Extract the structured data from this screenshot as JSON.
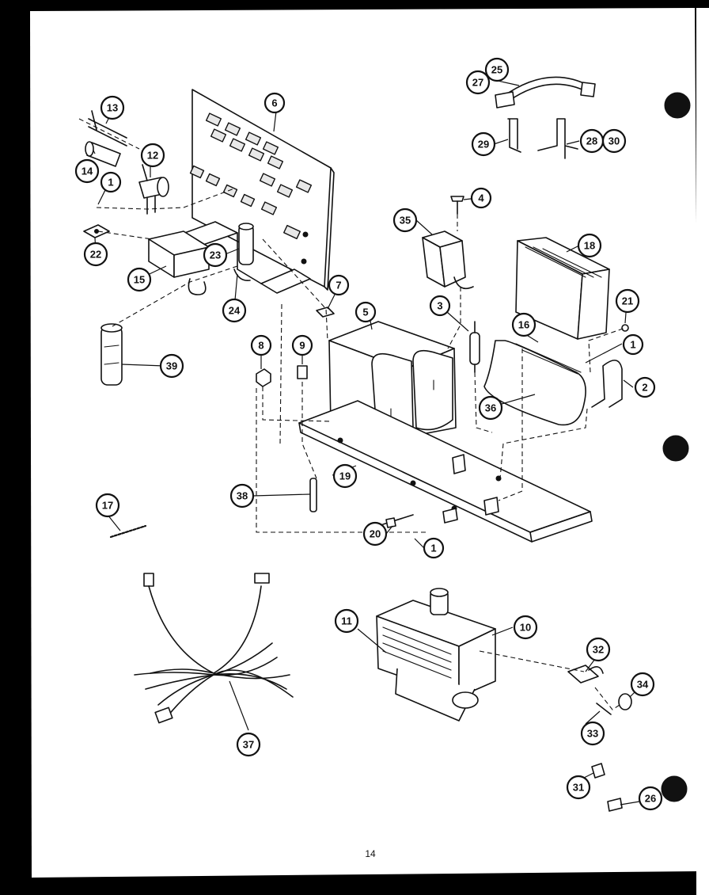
{
  "page_number": "14",
  "callouts": [
    {
      "id": "c1a",
      "label": "1"
    },
    {
      "id": "c1b",
      "label": "1"
    },
    {
      "id": "c1c",
      "label": "1"
    },
    {
      "id": "c2",
      "label": "2"
    },
    {
      "id": "c3",
      "label": "3"
    },
    {
      "id": "c4",
      "label": "4"
    },
    {
      "id": "c5",
      "label": "5"
    },
    {
      "id": "c6",
      "label": "6"
    },
    {
      "id": "c7",
      "label": "7"
    },
    {
      "id": "c8",
      "label": "8"
    },
    {
      "id": "c9",
      "label": "9"
    },
    {
      "id": "c10",
      "label": "10"
    },
    {
      "id": "c11",
      "label": "11"
    },
    {
      "id": "c12",
      "label": "12"
    },
    {
      "id": "c13",
      "label": "13"
    },
    {
      "id": "c14",
      "label": "14"
    },
    {
      "id": "c15",
      "label": "15"
    },
    {
      "id": "c16",
      "label": "16"
    },
    {
      "id": "c17",
      "label": "17"
    },
    {
      "id": "c18",
      "label": "18"
    },
    {
      "id": "c19",
      "label": "19"
    },
    {
      "id": "c20",
      "label": "20"
    },
    {
      "id": "c21",
      "label": "21"
    },
    {
      "id": "c22",
      "label": "22"
    },
    {
      "id": "c23",
      "label": "23"
    },
    {
      "id": "c24",
      "label": "24"
    },
    {
      "id": "c25",
      "label": "25"
    },
    {
      "id": "c26",
      "label": "26"
    },
    {
      "id": "c27",
      "label": "27"
    },
    {
      "id": "c28",
      "label": "28"
    },
    {
      "id": "c29",
      "label": "29"
    },
    {
      "id": "c30",
      "label": "30"
    },
    {
      "id": "c31",
      "label": "31"
    },
    {
      "id": "c32",
      "label": "32"
    },
    {
      "id": "c33",
      "label": "33"
    },
    {
      "id": "c34",
      "label": "34"
    },
    {
      "id": "c35",
      "label": "35"
    },
    {
      "id": "c36",
      "label": "36"
    },
    {
      "id": "c37",
      "label": "37"
    },
    {
      "id": "c38",
      "label": "38"
    },
    {
      "id": "c39",
      "label": "39"
    }
  ]
}
